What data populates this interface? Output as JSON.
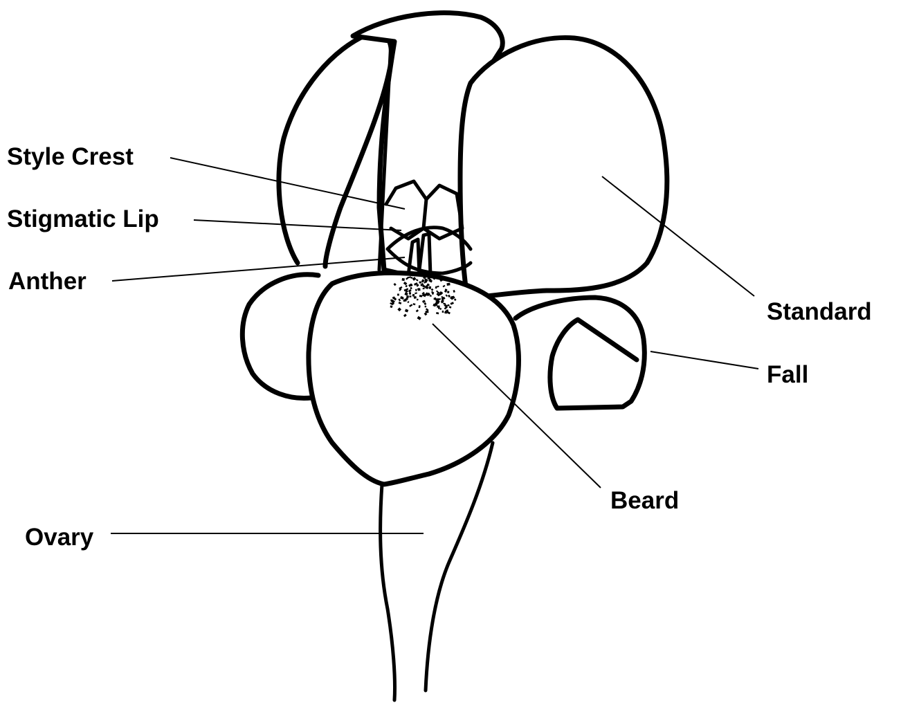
{
  "diagram": {
    "labels": {
      "style_crest": "Style Crest",
      "stigmatic_lip": "Stigmatic Lip",
      "anther": "Anther",
      "ovary": "Ovary",
      "standard": "Standard",
      "fall": "Fall",
      "beard": "Beard"
    }
  }
}
